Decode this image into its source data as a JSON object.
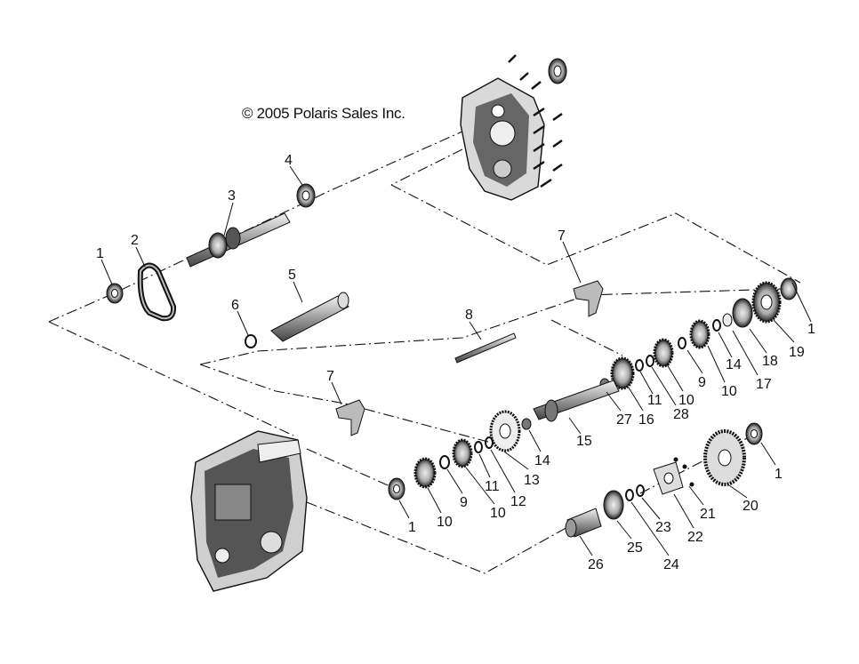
{
  "copyright": "© 2005 Polaris Sales Inc.",
  "callouts": [
    "1",
    "2",
    "3",
    "4",
    "5",
    "6",
    "7",
    "8",
    "9",
    "10",
    "11",
    "12",
    "13",
    "14",
    "15",
    "16",
    "17",
    "18",
    "19",
    "20",
    "21",
    "22",
    "23",
    "24",
    "25",
    "26",
    "27",
    "28"
  ],
  "colors": {
    "ink": "#111111",
    "paper": "#ffffff",
    "metal_light": "#e8e8e8",
    "metal_mid": "#9a9a9a",
    "metal_dark": "#333333"
  }
}
